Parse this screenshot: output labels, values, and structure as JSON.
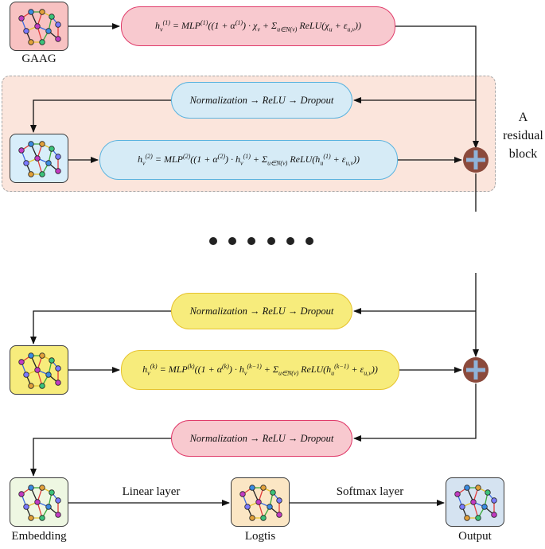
{
  "nodes": {
    "gaag": "GAAG",
    "embedding": "Embedding",
    "logits": "Logtis",
    "output": "Output"
  },
  "residual_label": [
    "A",
    "residual",
    "block"
  ],
  "edges": {
    "linear": "Linear layer",
    "softmax": "Softmax layer"
  },
  "norm_chain": {
    "a": "Normalization",
    "b": "ReLU",
    "c": "Dropout",
    "arrow": "→"
  },
  "formulas": {
    "f1": "h_v^(1) = MLP^(1)((1 + α^(1)) · χ_v + Σ_{u∈N(v)} ReLU(χ_u + ε_{u,v}))",
    "f2": "h_v^(2) = MLP^(2)((1 + α^(2)) · h_v^(1) + Σ_{u∈N(v)} ReLU(h_u^(1) + ε_{u,v}))",
    "fk": "h_v^(k) = MLP^(k)((1 + α^(k)) · h_v^(k-1) + Σ_{u∈N(v)} ReLU(h_u^(k-1) + ε_{u,v}))"
  },
  "colors": {
    "pink_fill": "#f8c9cf",
    "pink_border": "#e03b6a",
    "blue_fill": "#d6ebf6",
    "blue_border": "#5ab3df",
    "yellow_fill": "#f7ec7c",
    "yellow_border": "#e6c32e",
    "residual_bg": "#fbe5dc",
    "plus_circle": "#8b4a3c",
    "plus_sign": "#8fb3d9"
  }
}
